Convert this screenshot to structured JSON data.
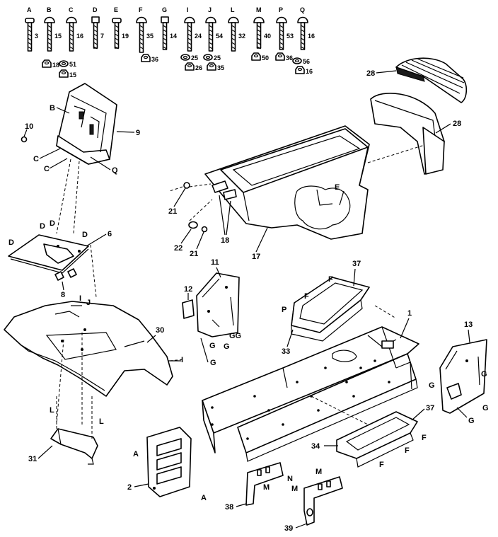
{
  "hardware_row": {
    "letters": [
      "A",
      "B",
      "C",
      "D",
      "E",
      "F",
      "G",
      "I",
      "J",
      "L",
      "M",
      "P",
      "Q"
    ],
    "bolt_numbers": [
      "3",
      "15",
      "16",
      "7",
      "19",
      "35",
      "14",
      "24",
      "54",
      "32",
      "40",
      "53",
      "16"
    ],
    "washer_numbers": [
      "51",
      "25",
      "25",
      "56"
    ],
    "nut_numbers": [
      "18",
      "15",
      "36",
      "26",
      "35",
      "50",
      "36",
      "16"
    ]
  },
  "callouts": {
    "c28a": "28",
    "c28b": "28",
    "c9": "9",
    "c10": "10",
    "cB": "B",
    "cC1": "C",
    "cC2": "C",
    "cQ": "Q",
    "c6": "6",
    "c8": "8",
    "cD1": "D",
    "cD2": "D",
    "cD3": "D",
    "cD4": "D",
    "cE": "E",
    "c21a": "21",
    "c21b": "21",
    "c22": "22",
    "c18": "18",
    "c17": "17",
    "c11": "11",
    "c12": "12",
    "cG1": "G",
    "cG2": "G",
    "cG3": "GG",
    "cG4": "G",
    "c37a": "37",
    "c37b": "37",
    "cF1": "F",
    "cF2": "F",
    "cP": "P",
    "c33": "33",
    "c1": "1",
    "c13": "13",
    "cG5": "G",
    "cG6": "G",
    "cG7": "G",
    "cG8": "G",
    "c30": "30",
    "cI1": "I",
    "cJ": "J",
    "cI2": "I",
    "cL1": "L",
    "cL2": "L",
    "c31": "31",
    "c2": "2",
    "cA1": "A",
    "cA2": "A",
    "c34": "34",
    "cF3": "F",
    "cF4": "F",
    "cF5": "F",
    "c38": "38",
    "cN": "N",
    "cM1": "M",
    "cM2": "M",
    "cM3": "M",
    "c39": "39"
  }
}
